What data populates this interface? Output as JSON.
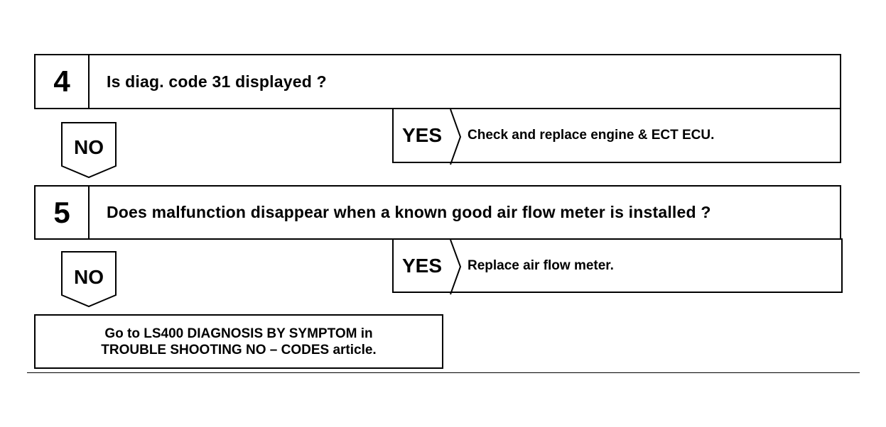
{
  "steps": [
    {
      "number": "4",
      "question": "Is diag. code 31 displayed ?",
      "yes_label": "YES",
      "yes_action": "Check and replace engine & ECT ECU.",
      "no_label": "NO"
    },
    {
      "number": "5",
      "question": "Does malfunction disappear when a known good air flow meter is installed ?",
      "yes_label": "YES",
      "yes_action": "Replace air flow meter.",
      "no_label": "NO"
    }
  ],
  "final": {
    "line1": "Go to LS400 DIAGNOSIS BY SYMPTOM in",
    "line2": "TROUBLE SHOOTING NO  –  CODES article."
  }
}
